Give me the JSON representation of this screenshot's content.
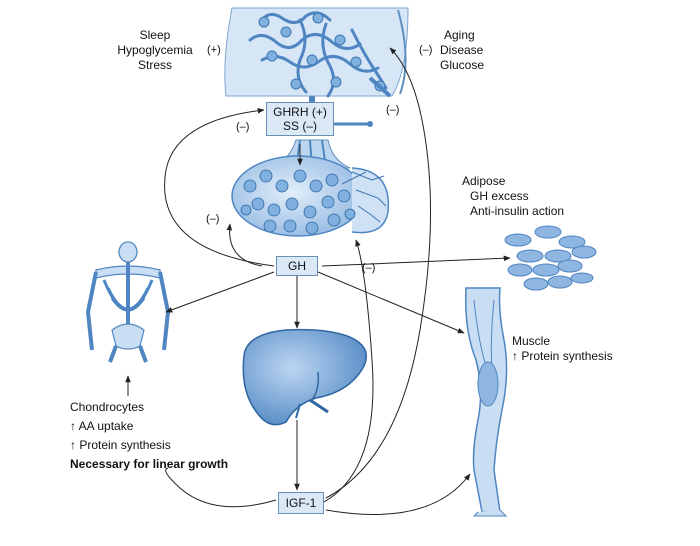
{
  "hypothalamus_stimuli": {
    "sleep": "Sleep",
    "hypoglycemia": "Hypoglycemia",
    "stress": "Stress",
    "sign": "(+)"
  },
  "hypothalamus_inhibitors": {
    "sign": "(–)",
    "aging": "Aging",
    "disease": "Disease",
    "glucose": "Glucose"
  },
  "hypothalamus_box": {
    "ghrh": "GHRH (+)",
    "ss": "SS (–)"
  },
  "feedback_signs": {
    "left_loop": "(–)",
    "right_top": "(–)",
    "pituitary_left": "(–)",
    "igf_return": "(–)"
  },
  "gh_box": {
    "label": "GH"
  },
  "igf_box": {
    "label": "IGF-1"
  },
  "adipose": {
    "title": "Adipose",
    "line1": "GH excess",
    "line2": "Anti-insulin action"
  },
  "muscle": {
    "title": "Muscle",
    "line1": "↑ Protein synthesis"
  },
  "chondrocytes": {
    "title": "Chondrocytes",
    "line1": "↑ AA uptake",
    "line2": "↑ Protein synthesis",
    "emphasis": "Necessary for linear growth"
  },
  "colors": {
    "tissue_fill": "#a9c9ec",
    "tissue_dark": "#4f86c2",
    "tissue_light": "#d6e6f7",
    "arrow": "#222222"
  }
}
